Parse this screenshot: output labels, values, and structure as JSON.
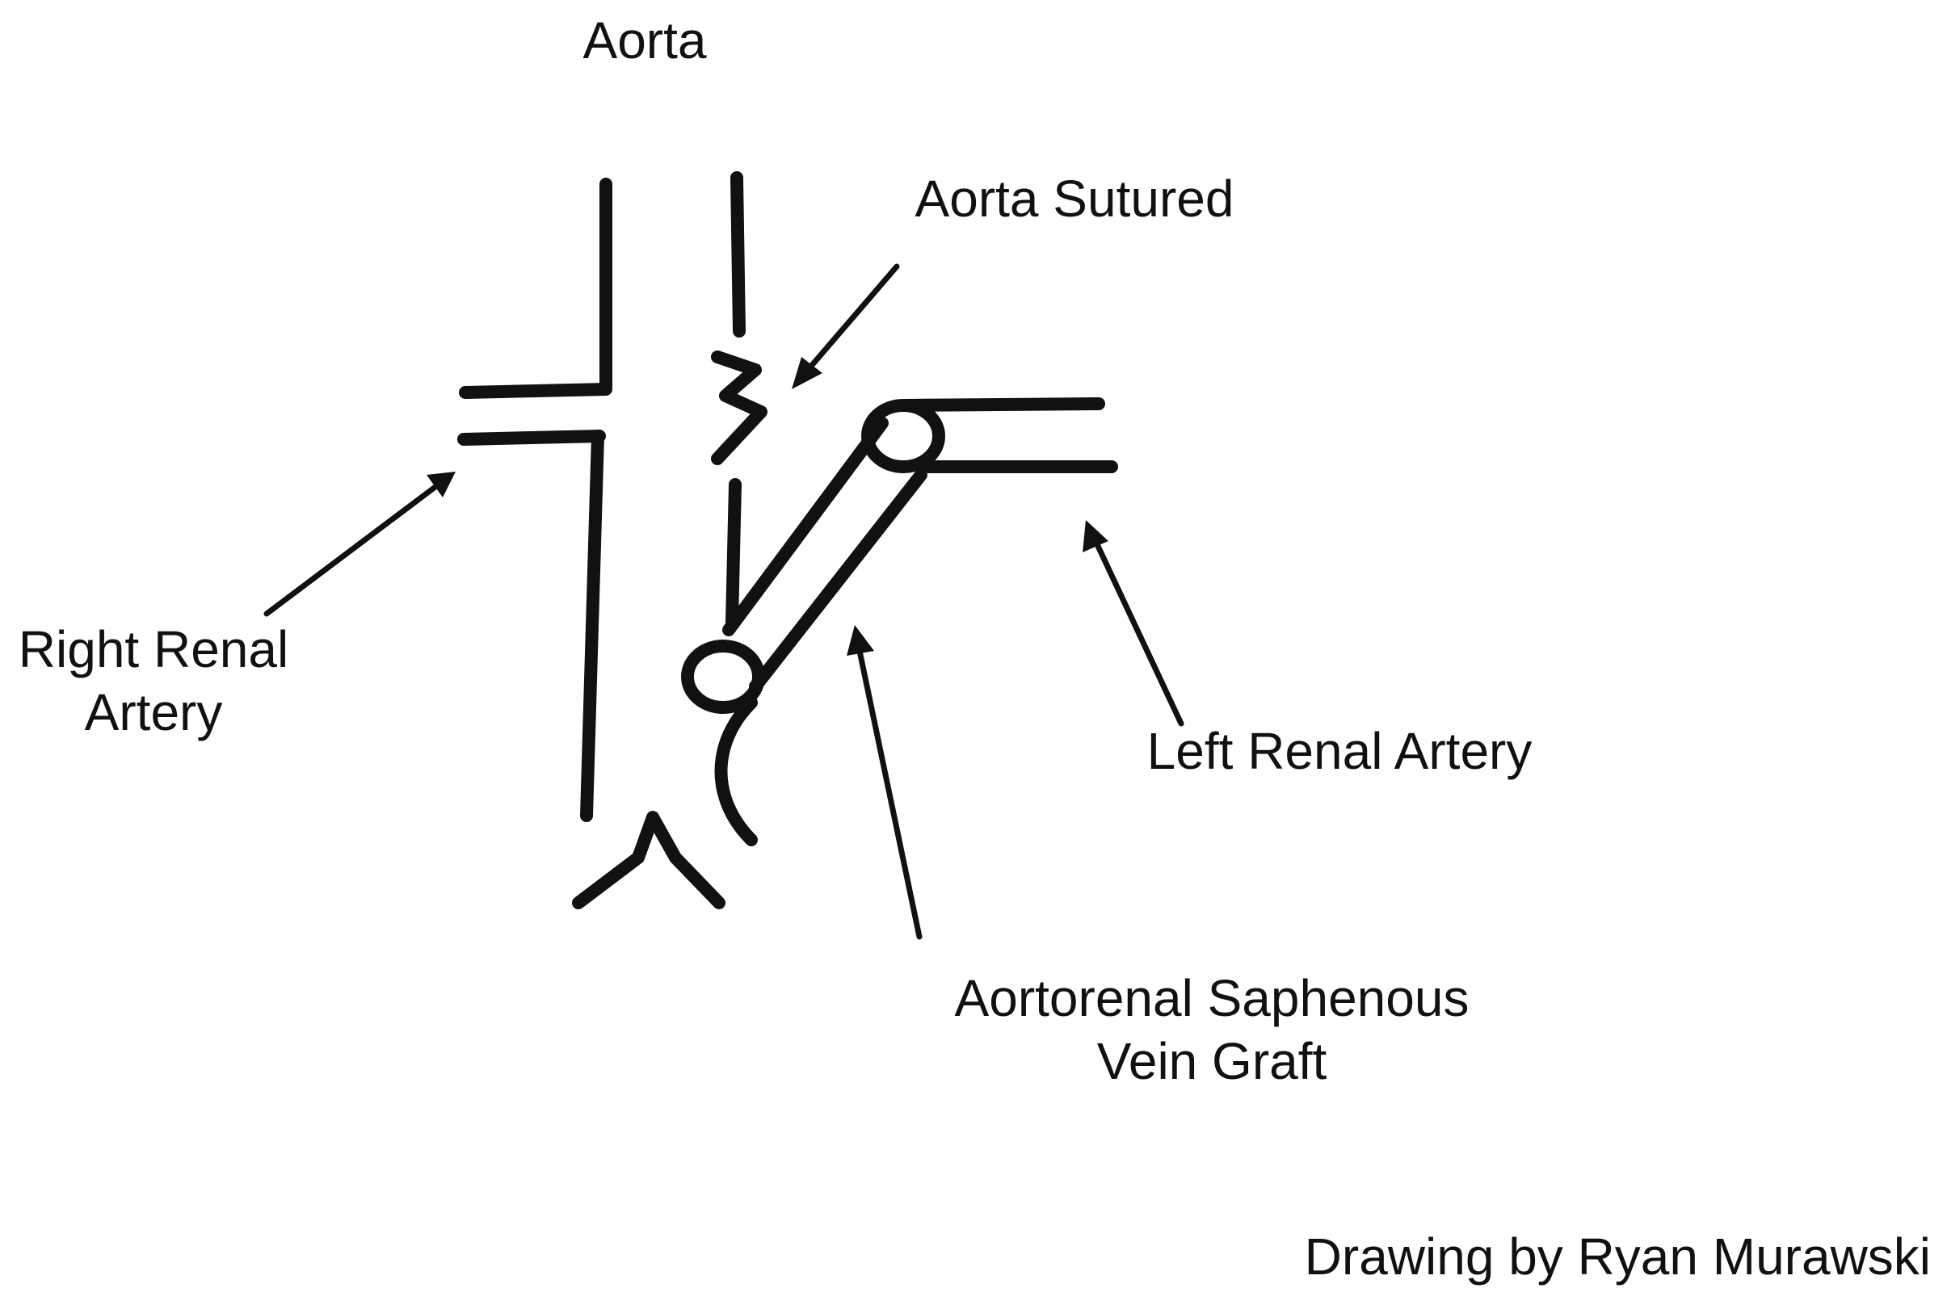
{
  "labels": {
    "aorta": "Aorta",
    "aorta_sutured": "Aorta Sutured",
    "right_renal_line1": "Right Renal",
    "right_renal_line2": "Artery",
    "left_renal": "Left Renal Artery",
    "graft_line1": "Aortorenal Saphenous",
    "graft_line2": "Vein Graft",
    "credit": "Drawing by Ryan Murawski"
  },
  "colors": {
    "ink": "#111111",
    "background": "#ffffff"
  }
}
